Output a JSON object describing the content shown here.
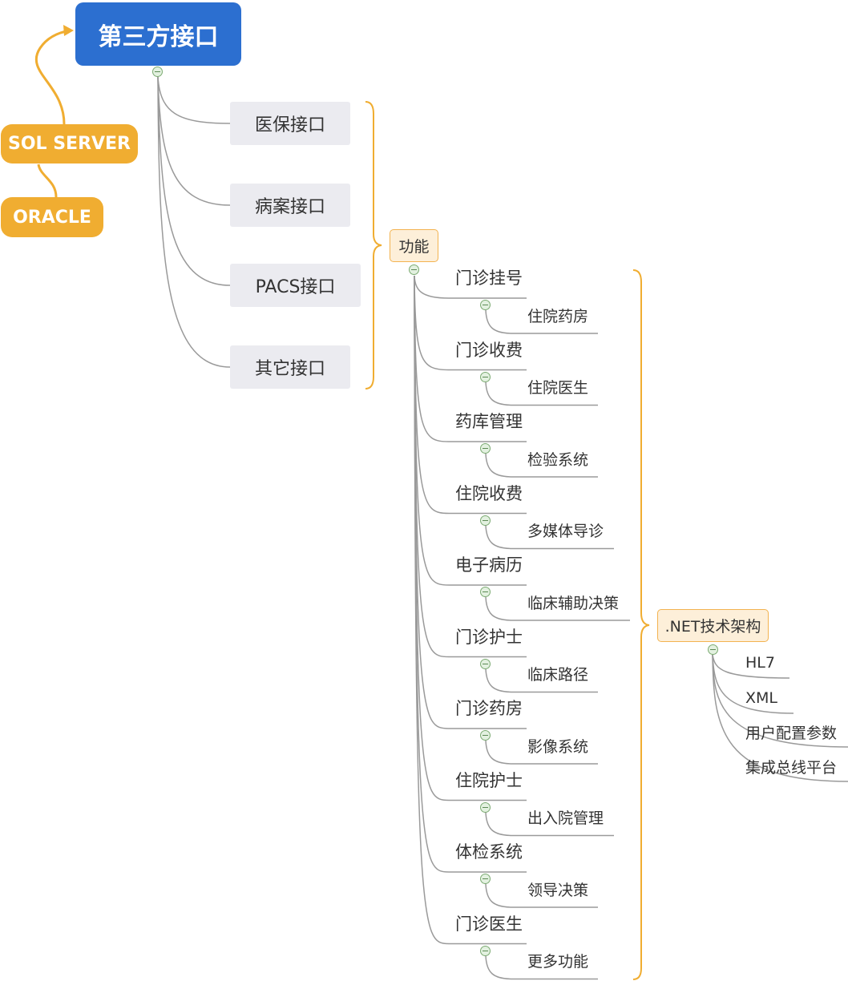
{
  "root": {
    "label": "第三方接口"
  },
  "databases": [
    {
      "label": "SOL SERVER"
    },
    {
      "label": "ORACLE"
    }
  ],
  "interfaces": [
    {
      "label": "医保接口"
    },
    {
      "label": "病案接口"
    },
    {
      "label": "PACS接口"
    },
    {
      "label": "其它接口"
    }
  ],
  "function_group": {
    "label": "功能"
  },
  "functions": [
    {
      "label": "门诊挂号",
      "child": "住院药房"
    },
    {
      "label": "门诊收费",
      "child": "住院医生"
    },
    {
      "label": "药库管理",
      "child": "检验系统"
    },
    {
      "label": "住院收费",
      "child": "多媒体导诊"
    },
    {
      "label": "电子病历",
      "child": "临床辅助决策"
    },
    {
      "label": "门诊护士",
      "child": "临床路径"
    },
    {
      "label": "门诊药房",
      "child": "影像系统"
    },
    {
      "label": "住院护士",
      "child": "出入院管理"
    },
    {
      "label": "体检系统",
      "child": "领导决策"
    },
    {
      "label": "门诊医生",
      "child": "更多功能"
    }
  ],
  "tech_group": {
    "label": ".NET技术架构"
  },
  "tech_items": [
    {
      "label": "HL7"
    },
    {
      "label": "XML"
    },
    {
      "label": "用户配置参数"
    },
    {
      "label": "集成总线平台"
    }
  ],
  "colors": {
    "root": "#2c6fd0",
    "accent": "#f0ad31",
    "connector": "#9a9a9a",
    "node_bg": "#ebebf0"
  }
}
